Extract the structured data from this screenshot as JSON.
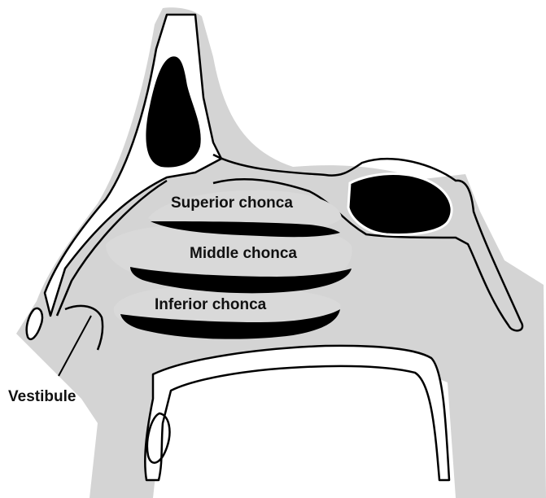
{
  "labels": {
    "superior": "Superior chonca",
    "middle": "Middle chonca",
    "inferior": "Inferior chonca",
    "vestibule": "Vestibule"
  },
  "colors": {
    "shadow": "#d4d4d4",
    "outline": "#000000",
    "fill": "#ffffff",
    "concha": "#d9d9d9",
    "sinus": "#000000"
  }
}
